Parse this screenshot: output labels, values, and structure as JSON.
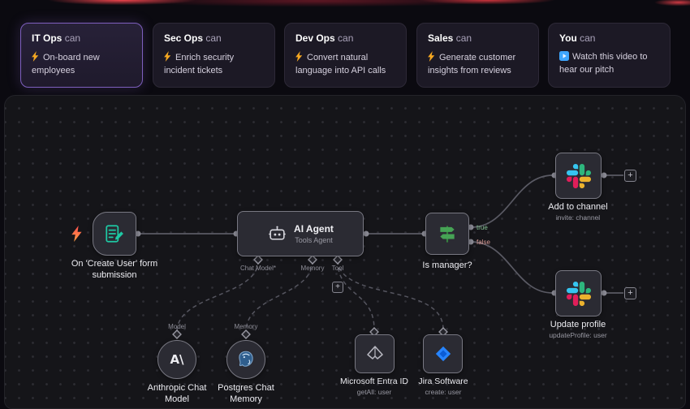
{
  "ui": {
    "plus": "+"
  },
  "colors": {
    "accent_purple": "#7e5fbe",
    "lightning_orange": "#f6a821",
    "play_blue": "#3ea6ff",
    "true_green": "#86c294",
    "false_red": "#d99a95",
    "form_teal": "#1ec9a4",
    "if_green": "#46a355",
    "jira_blue": "#2684FF",
    "slack_colors": [
      "#36C5F0",
      "#2EB67D",
      "#ECB22E",
      "#E01E5A"
    ]
  },
  "use_cases": [
    {
      "audience": "IT Ops",
      "verb": "can",
      "icon": "lightning",
      "text": "On-board new employees",
      "highlighted": true
    },
    {
      "audience": "Sec Ops",
      "verb": "can",
      "icon": "lightning",
      "text": "Enrich security incident tickets",
      "highlighted": false
    },
    {
      "audience": "Dev Ops",
      "verb": "can",
      "icon": "lightning",
      "text": "Convert natural language into API calls",
      "highlighted": false
    },
    {
      "audience": "Sales",
      "verb": "can",
      "icon": "lightning",
      "text": "Generate customer insights from reviews",
      "highlighted": false
    },
    {
      "audience": "You",
      "verb": "can",
      "icon": "play",
      "text": "Watch this video to hear our pitch",
      "highlighted": false
    }
  ],
  "workflow": {
    "trigger": {
      "label": "On 'Create User' form submission"
    },
    "agent": {
      "title": "AI Agent",
      "subtitle": "Tools Agent",
      "ports": [
        {
          "label": "Chat Model*"
        },
        {
          "label": "Memory"
        },
        {
          "label": "Tool"
        }
      ]
    },
    "if_node": {
      "label": "Is manager?",
      "true_label": "true",
      "false_label": "false"
    },
    "slack_invite": {
      "label": "Add to channel",
      "subtitle": "invite: channel"
    },
    "slack_update": {
      "label": "Update profile",
      "subtitle": "updateProfile: user"
    },
    "anthropic": {
      "port_label": "Model",
      "label": "Anthropic Chat Model",
      "glyph": "A\\"
    },
    "postgres": {
      "port_label": "Memory",
      "label": "Postgres Chat Memory"
    },
    "entra": {
      "label": "Microsoft Entra ID",
      "subtitle": "getAll: user"
    },
    "jira": {
      "label": "Jira Software",
      "subtitle": "create: user"
    }
  }
}
